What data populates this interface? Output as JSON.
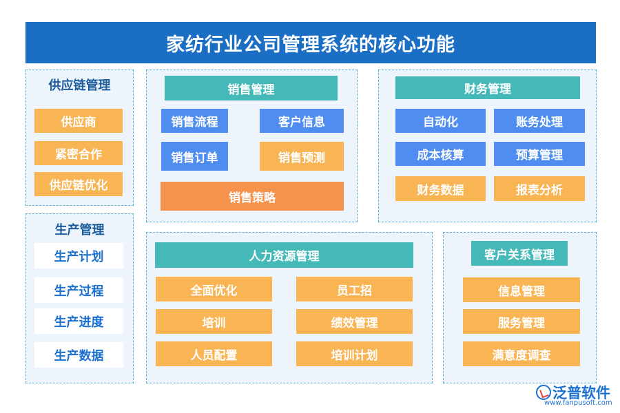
{
  "title": "家纺行业公司管理系统的核心功能",
  "supply_chain": {
    "title": "供应链管理",
    "items": [
      "供应商",
      "紧密合作",
      "供应链优化"
    ]
  },
  "production": {
    "title": "生产管理",
    "items": [
      "生产计划",
      "生产过程",
      "生产进度",
      "生产数据"
    ]
  },
  "sales": {
    "title": "销售管理",
    "items": [
      "销售流程",
      "客户信息",
      "销售订单",
      "销售预测",
      "销售策略"
    ]
  },
  "finance": {
    "title": "财务管理",
    "items": [
      "自动化",
      "账务处理",
      "成本核算",
      "预算管理",
      "财务数据",
      "报表分析"
    ]
  },
  "hr": {
    "title": "人力资源管理",
    "items": [
      "全面优化",
      "员工招",
      "培训",
      "绩效管理",
      "人员配置",
      "培训计划"
    ]
  },
  "crm": {
    "title": "客户关系管理",
    "items": [
      "信息管理",
      "服务管理",
      "满意度调查"
    ]
  },
  "logo": {
    "name": "泛普软件",
    "url": "www.fanpusoft.com"
  }
}
